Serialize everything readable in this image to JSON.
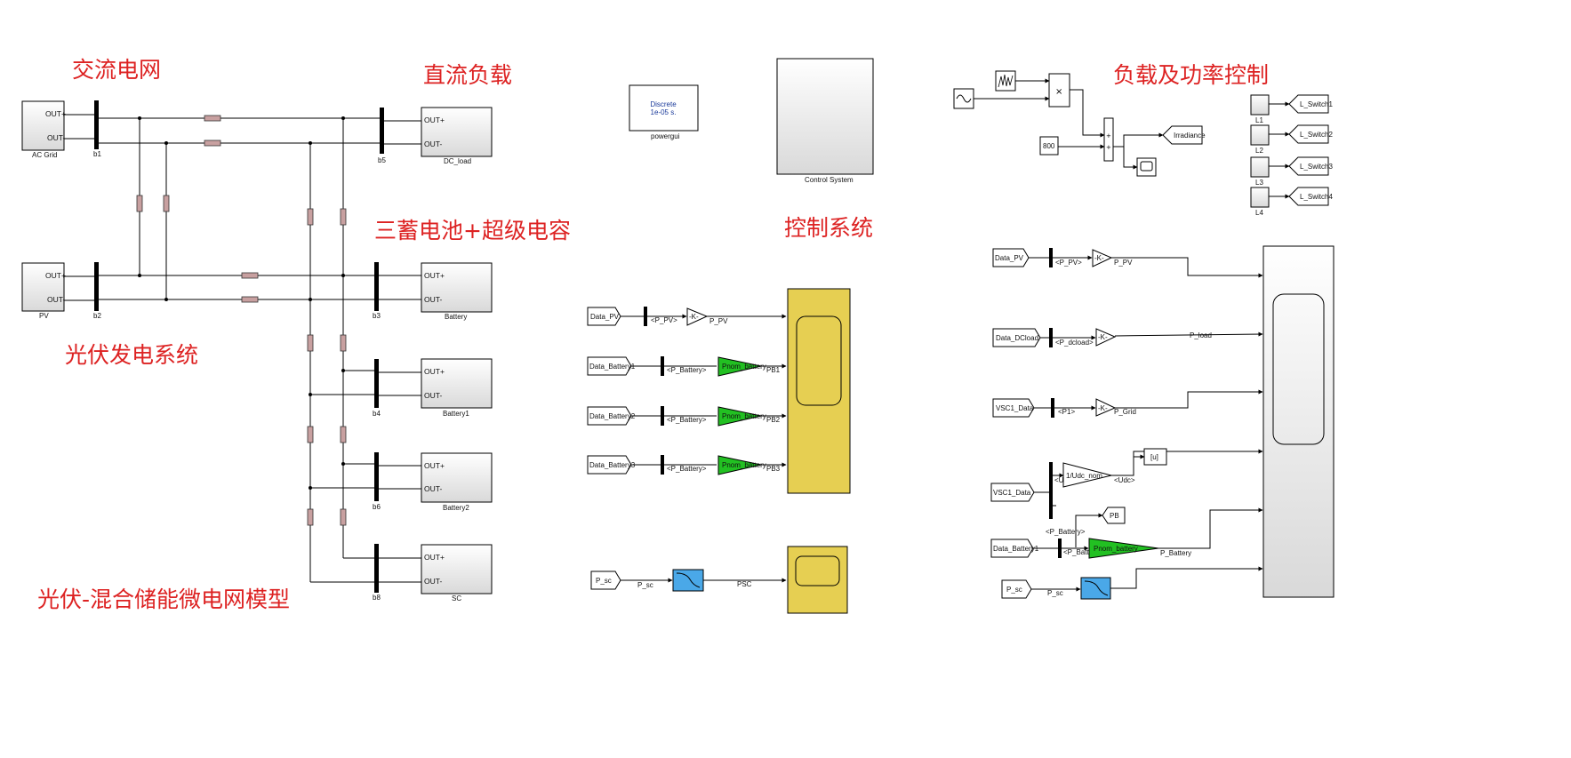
{
  "titles": {
    "ac_grid": "交流电网",
    "dc_load": "直流负载",
    "storage": "三蓄电池+超级电容",
    "pv_system": "光伏发电系统",
    "model": "光伏-混合储能微电网模型",
    "control": "控制系统",
    "load_power": "负载及功率控制"
  },
  "power_blocks": {
    "ac_grid": {
      "name": "AC Grid",
      "p": "OUT+",
      "n": "OUT-"
    },
    "pv": {
      "name": "PV",
      "p": "OUT+",
      "n": "OUT-"
    },
    "dc_load": {
      "name": "DC_load",
      "p": "OUT+",
      "n": "OUT-"
    },
    "battery": {
      "name": "Battery",
      "p": "OUT+",
      "n": "OUT-"
    },
    "battery1": {
      "name": "Battery1",
      "p": "OUT+",
      "n": "OUT-"
    },
    "battery2": {
      "name": "Battery2",
      "p": "OUT+",
      "n": "OUT-"
    },
    "sc": {
      "name": "SC",
      "p": "OUT+",
      "n": "OUT-"
    }
  },
  "buses": {
    "b1": "b1",
    "b2": "b2",
    "b3": "b3",
    "b4": "b4",
    "b5": "b5",
    "b6": "b6",
    "b8": "b8"
  },
  "powergui": {
    "line1": "Discrete",
    "line2": "1e-05 s.",
    "name": "powergui"
  },
  "control_system": {
    "name": "Control System"
  },
  "middle": {
    "data_pv": "Data_PV",
    "sel_ppv": "<P_PV>",
    "gain_k": "-K-",
    "sig_ppv": "P_PV",
    "data_battery1": "Data_Battery1",
    "data_battery2": "Data_Battery2",
    "data_battery3": "Data_Battery3",
    "sel_pbattery": "<P_Battery>",
    "pnom_battery": "Pnom_battery",
    "pb1": "PB1",
    "pb2": "PB2",
    "pb3": "PB3",
    "p_sc": "P_sc",
    "sig_psc": "P_sc",
    "psc_out": "PSC"
  },
  "right_top": {
    "const_800": "800",
    "irradiance": "Irradiance",
    "l1": "L1",
    "l2": "L2",
    "l3": "L3",
    "l4": "L4",
    "ls1": "L_Switch1",
    "ls2": "L_Switch2",
    "ls3": "L_Switch3",
    "ls4": "L_Switch4",
    "mult": "×",
    "sum_plus": "+"
  },
  "right_bottom": {
    "data_pv": "Data_PV",
    "sel_ppv": "<P_PV>",
    "gain_k": "-K-",
    "p_pv": "P_PV",
    "data_dcload": "Data_DCload",
    "sel_pdcload": "<P_dcload>",
    "p_load": "P_load",
    "vsc1_data_a": "VSC1_Data",
    "sel_p1": "<P1>",
    "p_grid": "P_Grid",
    "vsc1_data_b": "VSC1_Data",
    "udc_norm": "1/Udc_nom",
    "sel_udc": "<Udc>",
    "sig_udc": "<Udc>",
    "goto_u": "[u]",
    "pb": "PB",
    "sel_pbattery_top": "<P_Battery>",
    "data_battery1": "Data_Battery1",
    "sel_pbattery": "<P_Battery>",
    "pnom_battery": "Pnom_battery",
    "p_battery": "P_Battery",
    "p_sc": "P_sc",
    "sig_psc": "P_sc"
  },
  "colors": {
    "title": "#dd2222",
    "scope_fill": "#e6cf52",
    "gain_green": "#22c022",
    "tf_blue": "#4aa8e8"
  }
}
